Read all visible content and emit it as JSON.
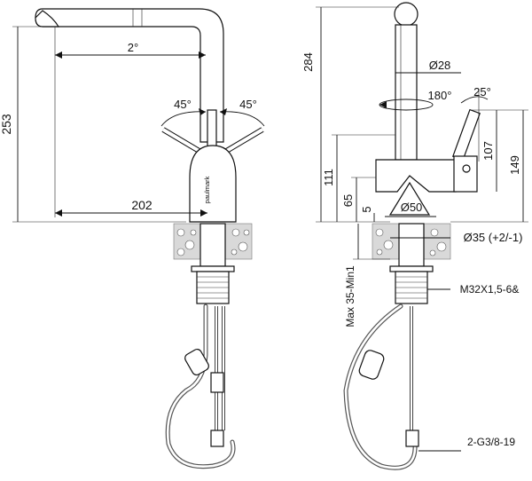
{
  "diagram": {
    "brand_logo": "paulmark",
    "front_view": {
      "height_total": "253",
      "reach_angle": "2°",
      "handle_angle_left": "45°",
      "handle_angle_right": "45°",
      "spout_reach": "202"
    },
    "side_view": {
      "height_total": "284",
      "spout_diameter": "Ø28",
      "swivel_angle": "180°",
      "handle_tilt": "25°",
      "handle_height": "107",
      "handle_top_height": "149",
      "body_height": "111",
      "base_height": "65",
      "base_offset": "5",
      "base_diameter": "Ø50",
      "mount_hole": "Ø35 (+2/-1)",
      "thread_spec": "M32X1,5-6&",
      "counter_thickness": "Max 35-Min1",
      "hose_connection": "2-G3/8-19"
    }
  },
  "colors": {
    "line": "#111111",
    "stone": "#d9d9d9",
    "hose": "#555555"
  }
}
